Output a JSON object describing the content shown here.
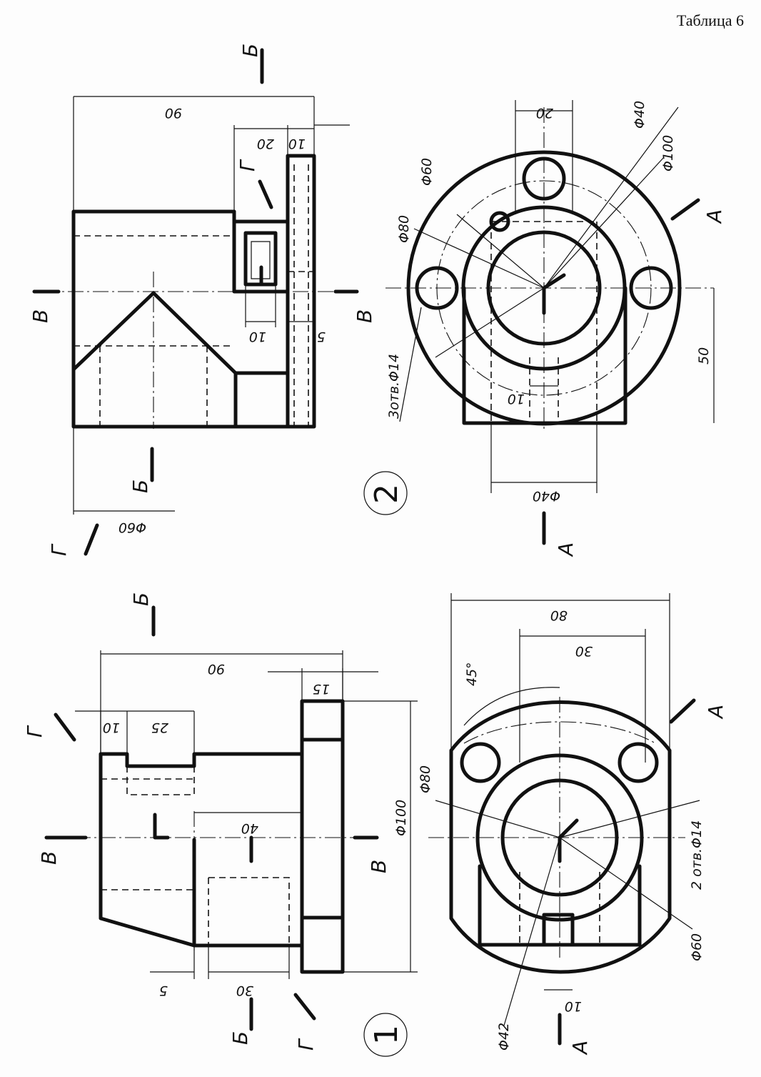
{
  "page": {
    "caption": "Таблица 6"
  },
  "variant1": {
    "number": "1",
    "front_dims": {
      "d90": "90",
      "d15": "15",
      "d10": "10",
      "d25": "25",
      "d40": "40",
      "d5": "5",
      "d30": "30",
      "dia100": "Φ100"
    },
    "top_dims": {
      "d80": "80",
      "d30": "30",
      "ang45": "45°",
      "dia80": "Φ80",
      "holes": "2 отв.Φ14",
      "dia60": "Φ60",
      "dia42": "Φ42",
      "d10": "10"
    },
    "sections": {
      "A1": "А",
      "A2": "А",
      "B1": "Б",
      "B2": "Б",
      "V1": "В",
      "V2": "В",
      "G1": "Г",
      "G2": "Г"
    }
  },
  "variant2": {
    "number": "2",
    "front_dims": {
      "d90": "90",
      "d20": "20",
      "d10": "10",
      "d10b": "10",
      "d5": "5",
      "dia60": "Φ60"
    },
    "top_dims": {
      "dia60": "Φ60",
      "dia80": "Φ80",
      "d20": "20",
      "dia40a": "Φ40",
      "dia100": "Φ100",
      "holes": "3отв.Φ14",
      "d10": "10",
      "dia40": "Φ40",
      "d50": "50"
    },
    "sections": {
      "A1": "А",
      "A2": "А",
      "B1": "Б",
      "B2": "Б",
      "V1": "В",
      "V2": "В",
      "G1": "Г",
      "G2": "Г"
    }
  }
}
